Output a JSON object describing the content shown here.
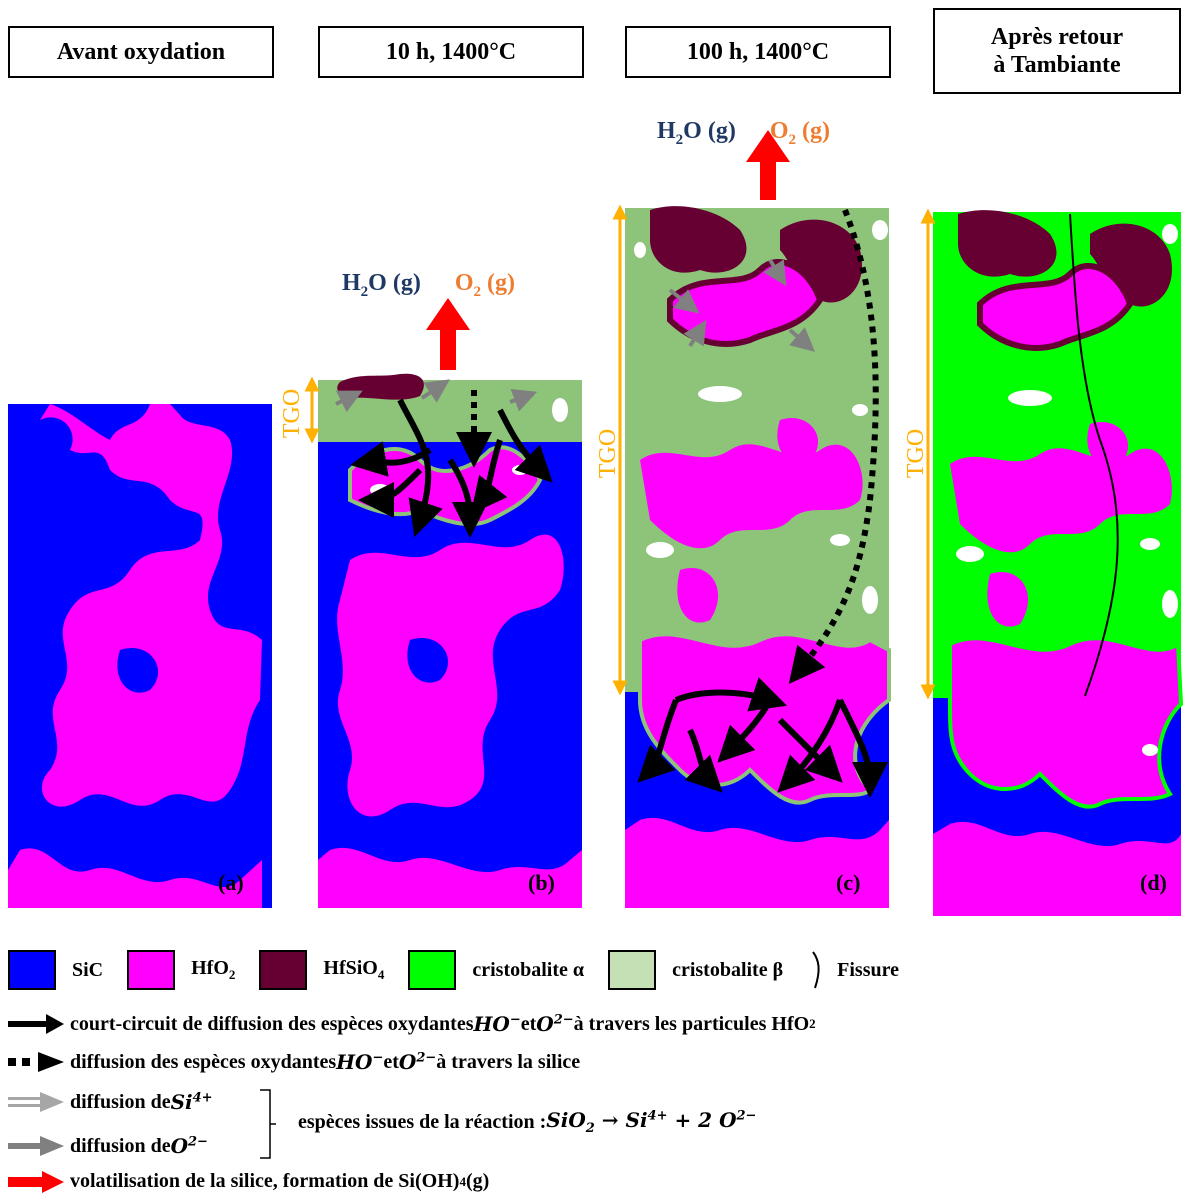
{
  "headers": [
    "Avant oxydation",
    "10 h, 1400°C",
    "100 h, 1400°C",
    "Après retour\nà Tambiante"
  ],
  "gas_labels": {
    "water": "H",
    "water_sub": "2",
    "water_rest": "O (g)",
    "oxygen": "O",
    "oxygen_sub": "2",
    "oxygen_rest": " (g)"
  },
  "tgo_label": "TGO",
  "panel_labels": [
    "(a)",
    "(b)",
    "(c)",
    "(d)"
  ],
  "colors": {
    "SiC": "#0000FF",
    "HfO2": "#FF00FF",
    "HfSiO4": "#660033",
    "cristobalite_alpha": "#00FF00",
    "cristobalite_beta": "#8DC47A",
    "tgo": "#FFB000",
    "volatilisation": "#FF0000"
  },
  "legend": {
    "sic": "SiC",
    "hfo2": "HfO",
    "hfo2_sub": "2",
    "hfsio4": "HfSiO",
    "hfsio4_sub": "4",
    "cristo_a": "cristobalite α",
    "cristo_b": "cristobalite β",
    "fissure": "Fissure"
  },
  "legend_lines": {
    "short_circuit_a": "court-circuit de diffusion des espèces oxydantes ",
    "short_circuit_b": " à travers les particules HfO",
    "short_circuit_sub": "2",
    "silica_a": "diffusion des espèces oxydantes ",
    "silica_b": " à travers la silice",
    "si_diff": "diffusion de ",
    "o_diff": "diffusion de ",
    "reaction": "espèces issues de la réaction : ",
    "volat": "volatilisation de la silice, formation de Si(OH)",
    "volat_sub": "4",
    "volat_end": "(g)"
  },
  "math": {
    "ho": "HO",
    "ho_sup": "−",
    "o": "O",
    "o_sup": "2−",
    "et": " et ",
    "si": "Si",
    "si_sup": "4+",
    "reaction_eq": "SiO",
    "reaction_sub": "2",
    "reaction_mid": " → Si",
    "reaction_mid_sup": "4+",
    "reaction_end": " + 2 O",
    "reaction_end_sup": "2−"
  }
}
